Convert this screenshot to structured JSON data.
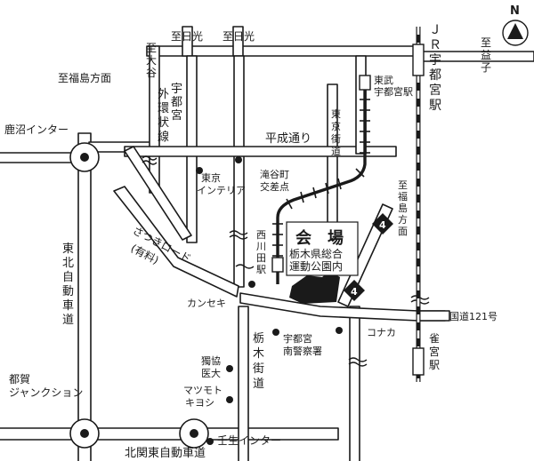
{
  "compass": {
    "label": "N"
  },
  "venue": {
    "title": "会　場",
    "line1": "栃木県総合",
    "line2": "運動公園内"
  },
  "directions": {
    "nikko_1": "至日光",
    "nikko_2": "至日光",
    "oya": [
      "至",
      "大",
      "谷"
    ],
    "fukushima_top": "至福島方面",
    "mashiko": [
      "至",
      "益",
      "子"
    ],
    "fukushima_right": [
      "至",
      "福",
      "島",
      "方",
      "面"
    ]
  },
  "roads": {
    "outer_ring": [
      "宇",
      "都",
      "宮",
      "外",
      "環",
      "状",
      "線"
    ],
    "tokyo_kaido": [
      "東",
      "京",
      "街",
      "道"
    ],
    "heisei": "平成通り",
    "satsuki": "さつきロード",
    "satsuki_toll": "(有料)",
    "tohoku_exp": [
      "東",
      "北",
      "自",
      "動",
      "車",
      "道"
    ],
    "kita_kanto_exp": "北関東自動車道",
    "route121": "国道121号",
    "tochigi_kaido": [
      "栃",
      "木",
      "街",
      "道"
    ]
  },
  "rail": {
    "jr_station": [
      "Ｊ",
      "Ｒ",
      "宇",
      "都",
      "宮",
      "駅"
    ],
    "tobu_station": [
      "東武",
      "宇都宮駅"
    ],
    "nishikawada": [
      "西",
      "川",
      "田",
      "駅"
    ],
    "suzumenomiya": [
      "雀",
      "宮",
      "駅"
    ]
  },
  "places": {
    "kanuma_ic": "鹿沼インター",
    "tsuga_jct_1": "都賀",
    "tsuga_jct_2": "ジャンクション",
    "mibu_ic": "壬生インター",
    "takiyacho_1": "滝谷町",
    "takiyacho_2": "交差点",
    "tokyo_interior_1": "東京",
    "tokyo_interior_2": "インテリア",
    "kanseki": "カンセキ",
    "konaka": "コナカ",
    "police_1": "宇都宮",
    "police_2": "南警察署",
    "dokkyo_1": "獨協",
    "dokkyo_2": "医大",
    "matsumoto_1": "マツモト",
    "matsumoto_2": "キヨシ"
  },
  "route_shields": [
    "4",
    "4"
  ]
}
